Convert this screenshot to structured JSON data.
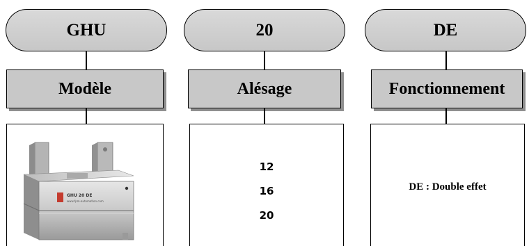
{
  "columns": [
    {
      "code": "GHU",
      "label": "Modèle",
      "product_label": "GHU 20 DE",
      "product_sublabel": "www.fpm-automation.com"
    },
    {
      "code": "20",
      "label": "Alésage",
      "options": [
        "12",
        "16",
        "20"
      ]
    },
    {
      "code": "DE",
      "label": "Fonctionnement",
      "description": "DE : Double effet"
    }
  ]
}
